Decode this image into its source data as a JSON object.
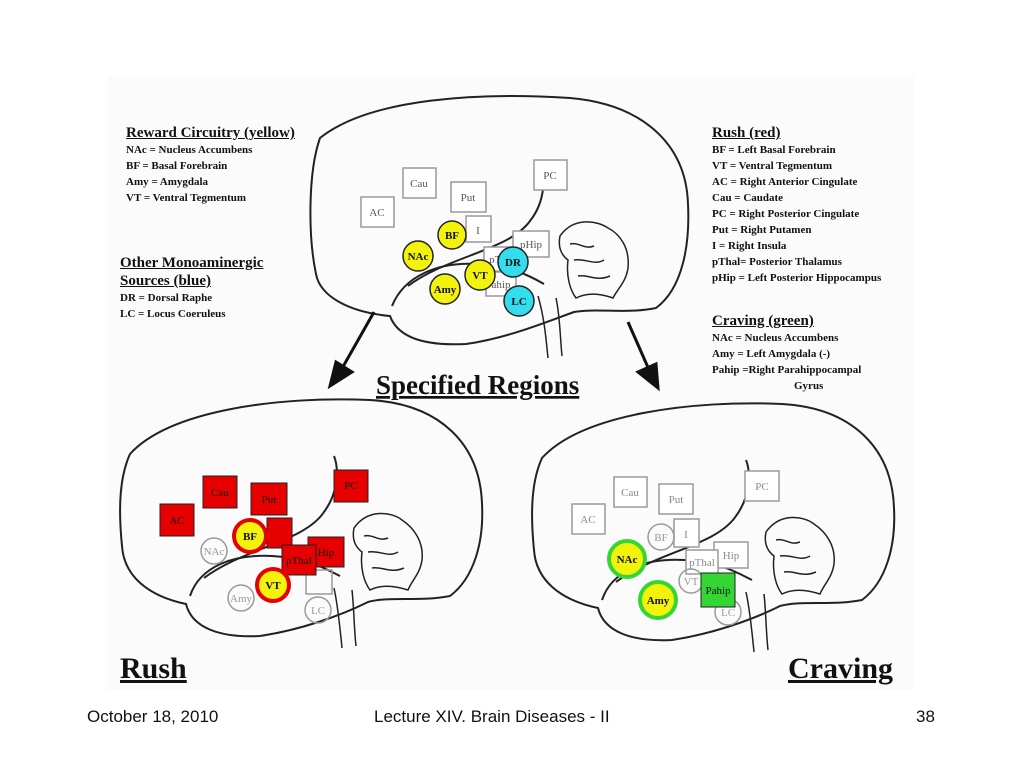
{
  "slide": {
    "specified_title": "Specified Regions",
    "rush_title": "Rush",
    "craving_title": "Craving"
  },
  "reward": {
    "heading": "Reward Circuitry (yellow)",
    "items": [
      "NAc = Nucleus Accumbens",
      "BF = Basal Forebrain",
      "Amy = Amygdala",
      "VT = Ventral Tegmentum"
    ]
  },
  "mono": {
    "heading1": "Other Monoaminergic",
    "heading2": "Sources (blue)",
    "items": [
      "DR = Dorsal Raphe",
      "LC = Locus Coeruleus"
    ]
  },
  "rush_legend": {
    "heading": "Rush (red)",
    "items": [
      "BF = Left Basal Forebrain",
      "VT = Ventral Tegmentum",
      "AC = Right Anterior Cingulate",
      "Cau = Caudate",
      "PC = Right Posterior Cingulate",
      "Put = Right Putamen",
      "I = Right Insula",
      "pThal= Posterior Thalamus",
      "pHip = Left Posterior Hippocampus"
    ]
  },
  "craving_legend": {
    "heading": "Craving  (green)",
    "items": [
      "NAc = Nucleus Accumbens",
      "Amy = Left Amygdala (-)",
      "Pahip =Right Parahippocampal",
      "Gyrus"
    ]
  },
  "regions": {
    "ac": "AC",
    "cau": "Cau",
    "put": "Put",
    "pc": "PC",
    "i": "I",
    "phip_top": "pHip",
    "pth_top": "pTh",
    "hip": "Hip",
    "pthal": "pThal",
    "pahip": "Pahip",
    "pahip_faint": "ahip",
    "bf": "BF",
    "nac": "NAc",
    "amy": "Amy",
    "vt": "VT",
    "dr": "DR",
    "lc": "LC"
  },
  "footer": {
    "date": "October 18, 2010",
    "lecture": "Lecture XIV. Brain Diseases - II",
    "page": "38"
  },
  "colors": {
    "yellow": "#f2f20a",
    "cyan": "#33dded",
    "red": "#e60000",
    "green": "#33d633",
    "outline": "#222222",
    "faint": "#9a9a9a"
  }
}
